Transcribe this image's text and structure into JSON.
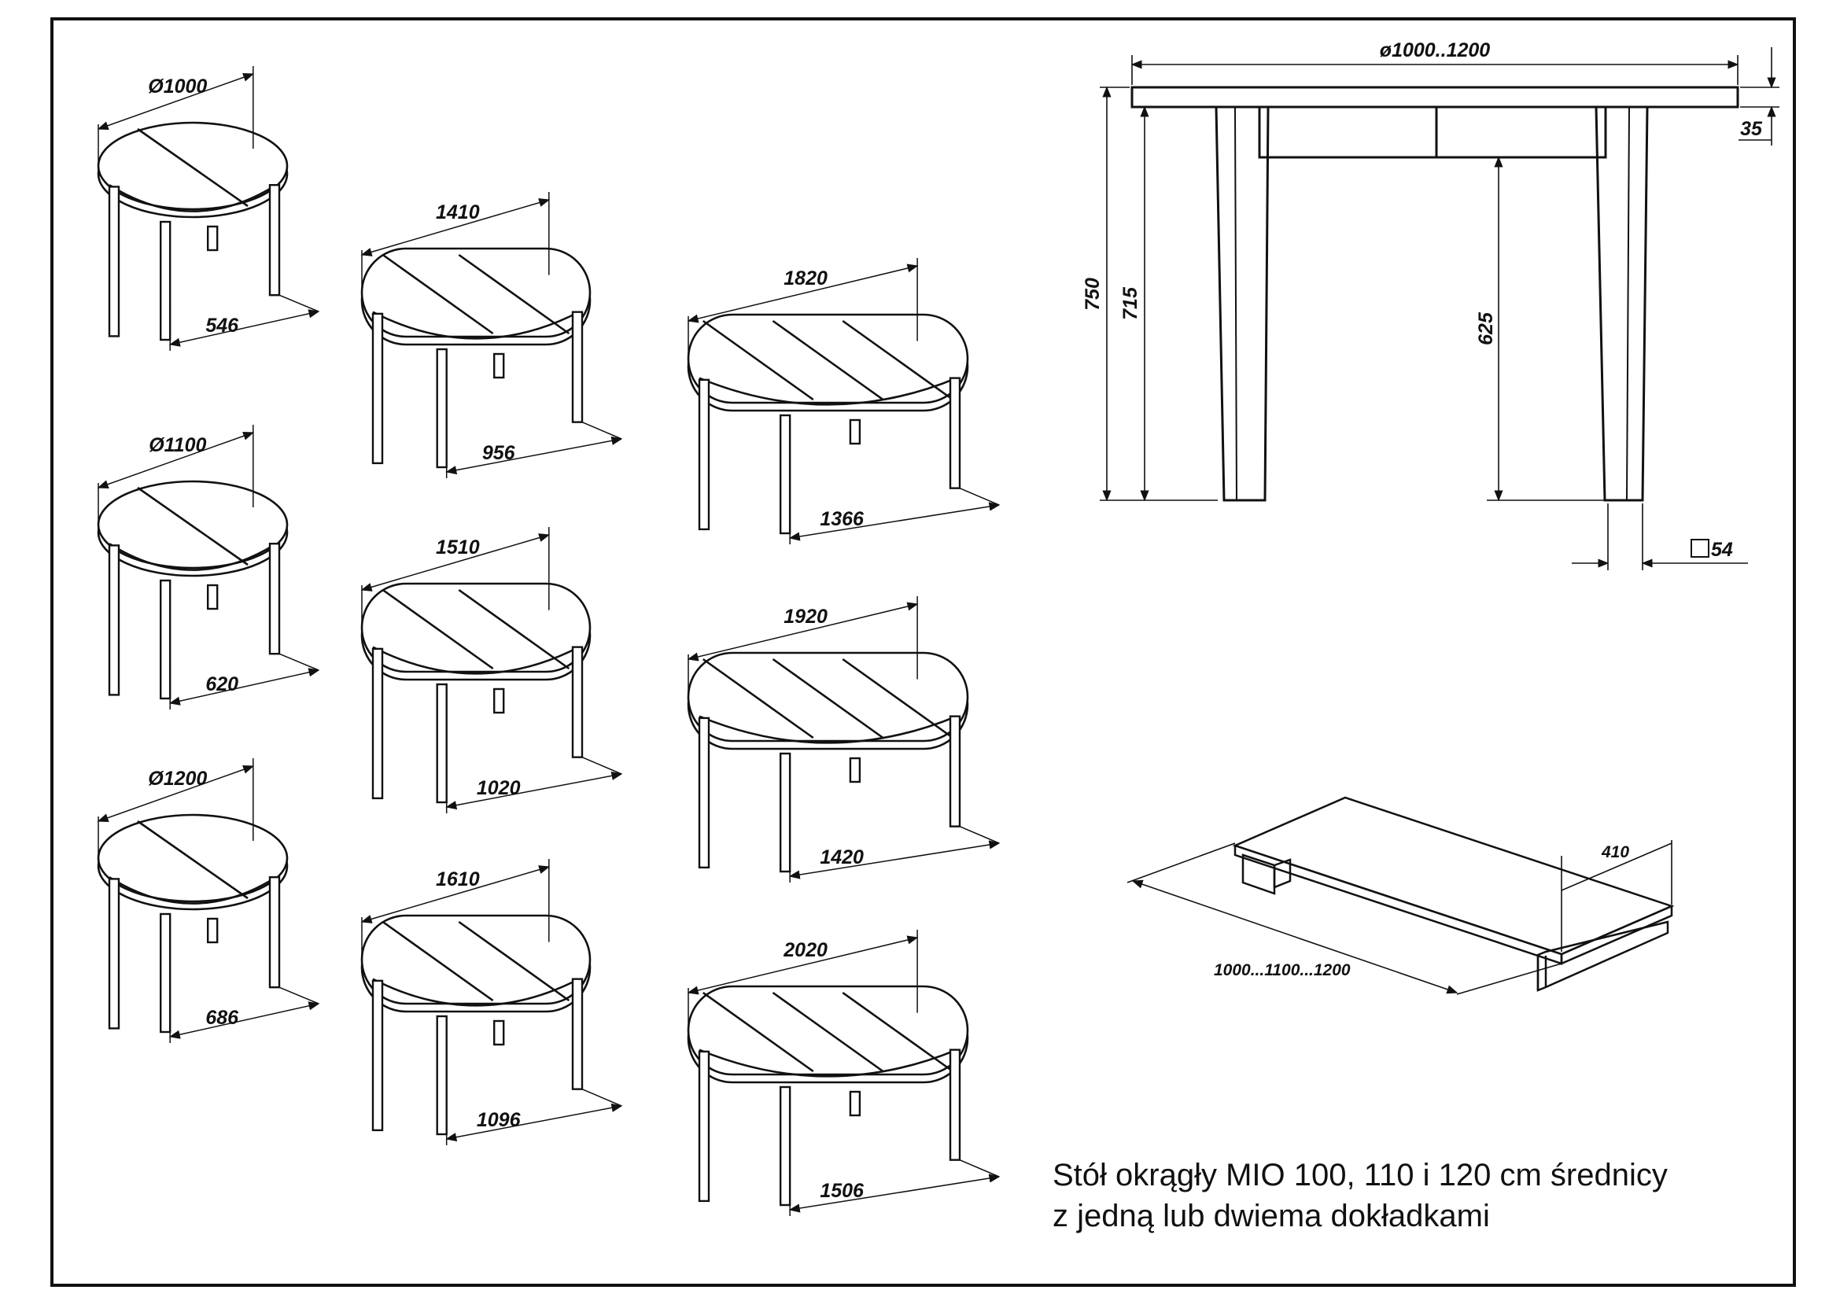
{
  "tables": [
    {
      "id": "round-1000",
      "diameter_label": "Ø1000",
      "height_label": "546",
      "kind": "round"
    },
    {
      "id": "round-1100",
      "diameter_label": "Ø1100",
      "height_label": "620",
      "kind": "round"
    },
    {
      "id": "round-1200",
      "diameter_label": "Ø1200",
      "height_label": "686",
      "kind": "round"
    },
    {
      "id": "ext1-1410",
      "length_label": "1410",
      "depth_label": "956",
      "kind": "one-leaf"
    },
    {
      "id": "ext1-1510",
      "length_label": "1510",
      "depth_label": "1020",
      "kind": "one-leaf"
    },
    {
      "id": "ext1-1610",
      "length_label": "1610",
      "depth_label": "1096",
      "kind": "one-leaf"
    },
    {
      "id": "ext2-1820",
      "length_label": "1820",
      "depth_label": "1366",
      "kind": "two-leaf"
    },
    {
      "id": "ext2-1920",
      "length_label": "1920",
      "depth_label": "1420",
      "kind": "two-leaf"
    },
    {
      "id": "ext2-2020",
      "length_label": "2020",
      "depth_label": "1506",
      "kind": "two-leaf"
    }
  ],
  "front_view": {
    "width_label": "ø1000..1200",
    "top_thickness_label": "35",
    "total_height_label": "750",
    "top_underside_height_label": "715",
    "apron_clearance_label": "625",
    "leg_section_label": "54"
  },
  "leaf": {
    "width_label": "410",
    "length_label": "1000...1100...1200"
  },
  "caption": {
    "line1": "Stół okrągły MIO 100, 110 i 120 cm średnicy",
    "line2": "z jedną lub dwiema dokładkami"
  }
}
